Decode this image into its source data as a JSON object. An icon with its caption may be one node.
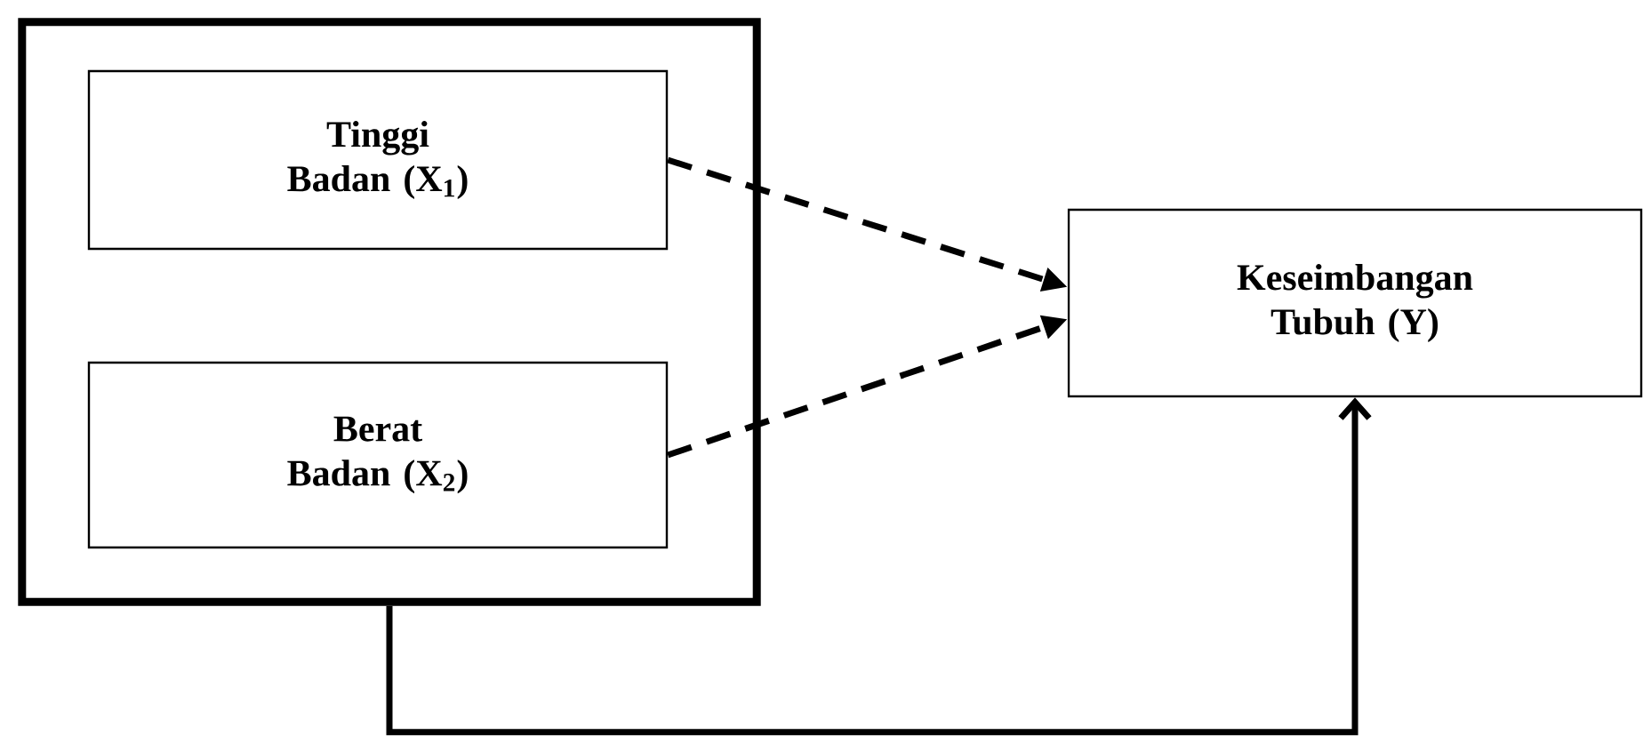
{
  "diagram": {
    "nodes": [
      {
        "text": [],
        "shape": "box"
      },
      {
        "text": [
          "Tinggi Badan (X$_{1}$)"
        ],
        "in": 0
      },
      {
        "text": [
          "Berat Badan (X$_{2}$)"
        ],
        "in": 0
      },
      {
        "text": [
          "Keseimbangan Tubuh (Y)"
        ]
      }
    ],
    "edges": [
      {
        "from": 1,
        "to": 3,
        "arrow": "to",
        "style": "dashed"
      },
      {
        "from": 2,
        "to": 3,
        "arrow": "to",
        "style": "dashed"
      },
      {
        "from": 0,
        "to": 3,
        "arrow": "to"
      }
    ]
  }
}
